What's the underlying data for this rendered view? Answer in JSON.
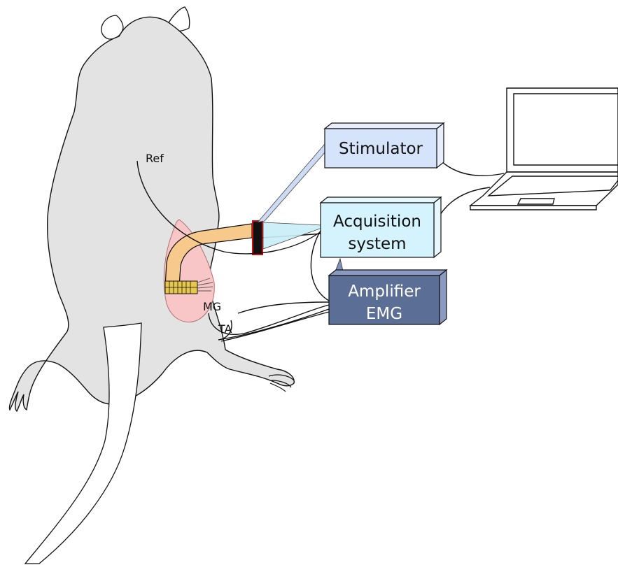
{
  "labels": {
    "ref": "Ref",
    "mg": "MG",
    "ta": "TA"
  },
  "devices": {
    "stimulator": "Stimulator",
    "acquisition_line1": "Acquisition",
    "acquisition_line2": "system",
    "amplifier_line1": "Amplifier",
    "amplifier_line2": "EMG"
  },
  "colors": {
    "body_fill": "#e3e3e3",
    "stimulator_fill": "#d6e4fb",
    "acquisition_fill": "#d5f3fc",
    "amplifier_fill": "#5b6e96",
    "implant_cable": "#f7c98a",
    "incision": "#f8c6c6",
    "connector": "#111111",
    "connector_outline": "#cc1111"
  },
  "icons": {
    "computer": "laptop-icon"
  }
}
